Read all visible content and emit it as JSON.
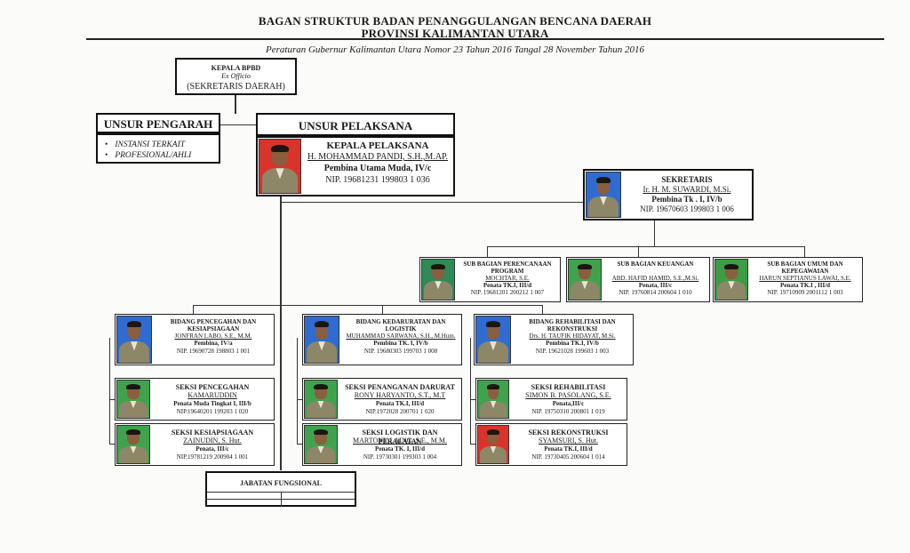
{
  "header": {
    "title_line1": "BAGAN STRUKTUR BADAN PENANGGULANGAN BENCANA DAERAH",
    "title_line2": "PROVINSI KALIMANTAN UTARA",
    "regulation": "Peraturan Gubernur Kalimantan Utara Nomor 23 Tahun 2016 Tangal 28 November Tahun 2016"
  },
  "kepala_bpbd": {
    "title": "KEPALA BPBD",
    "sub": "Ex Officio",
    "holder": "(SEKRETARIS DAERAH)"
  },
  "unsur_pengarah": {
    "title": "UNSUR PENGARAH",
    "items": [
      "INSTANSI TERKAIT",
      "PROFESIONAL/AHLI"
    ]
  },
  "unsur_pelaksana": {
    "title": "UNSUR PELAKSANA"
  },
  "kepala_pelaksana": {
    "title": "KEPALA PELAKSANA",
    "name": "H. MOHAMMAD PANDI, S.H.,M.AP.",
    "rank": "Pembina Utama Muda, IV/c",
    "nip": "NIP. 19681231 199803 1 036",
    "photo_bg": "#d9342b"
  },
  "sekretaris": {
    "title": "SEKRETARIS",
    "name": "Ir. H. M. SUWARDI, M.Si.",
    "rank": "Pembina Tk . I, IV/b",
    "nip": "NIP. 19670603 199803 1 006",
    "photo_bg": "#2f6bd0"
  },
  "sub_bagian": [
    {
      "title": "SUB BAGIAN PERENCANAAN PROGRAM",
      "name": "MOCHTAR, S.E.",
      "rank": "Penata TK.I, III/d",
      "nip": "NIP. 19681201 200212 1 007",
      "photo_bg": "#2e8b57"
    },
    {
      "title": "SUB BAGIAN KEUANGAN",
      "name": "ABD. HAFID HAMID, S.E.,M.Si.",
      "rank": "Penata, III/c",
      "nip": "NIP. 19760814 200604 1 010",
      "photo_bg": "#3fa34d"
    },
    {
      "title": "SUB BAGIAN UMUM DAN KEPEGAWAIAN",
      "name": "HARUN SEPTIANUS LAWAI, S.E.",
      "rank": "Penata TK.I , III/d",
      "nip": "NIP. 19710909 2001112 1 003",
      "photo_bg": "#3c9d43"
    }
  ],
  "bidang": [
    {
      "title": "BIDANG PENCEGAHAN DAN KESIAPSIAGAAN",
      "name": "JONFRAN LABO, S.E., M.M.",
      "rank": "Pembina, IV/a",
      "nip": "NIP. 19690728 198803 1 001",
      "photo_bg": "#2f6bd0",
      "seksi": [
        {
          "title": "SEKSI PENCEGAHAN",
          "name": "KAMARUDDIN",
          "rank": "Penata Muda Tingkat I, III/b",
          "nip": "NIP.19640201 199203 1 020",
          "photo_bg": "#3fa34d"
        },
        {
          "title": "SEKSI KESIAPSIAGAAN",
          "name": "ZAINUDIN, S. Hut.",
          "rank": "Penata, III/c",
          "nip": "NIP.19781219 200904 1 001",
          "photo_bg": "#3fa34d"
        }
      ]
    },
    {
      "title": "BIDANG KEDARURATAN DAN LOGISTIK",
      "name": "MUHAMMAD SARWANA, S.H., M.Hum.",
      "rank": "Pembina TK. I, IV/b",
      "nip": "NIP. 19680303 199703 1 008",
      "photo_bg": "#2f6bd0",
      "seksi": [
        {
          "title": "SEKSI PENANGANAN DARURAT",
          "name": "RONY HARYANTO, S.T., M.T",
          "rank": "Penata TK.I, III/d",
          "nip": "NIP.1972028 200701 1 020",
          "photo_bg": "#3fa34d"
        },
        {
          "title": "SEKSI LOGISTIK DAN PERALATAN",
          "name": "MARTONY LAING, S.E., M.M.",
          "rank": "Penata TK. I, III/d",
          "nip": "NIP. 19730301 199303 1 004",
          "photo_bg": "#3fa34d"
        }
      ]
    },
    {
      "title": "BIDANG REHABILITASI DAN REKONSTRUKSI",
      "name": "Drs. H. TAUFIK HIDAYAT, M.Si.",
      "rank": "Pembina TK.I, IV/b",
      "nip": "NIP. 19621028 199603 1 003",
      "photo_bg": "#2f6bd0",
      "seksi": [
        {
          "title": "SEKSI REHABILITASI",
          "name": "SIMON B. PASOLANG, S.E.",
          "rank": "Penata,III/c",
          "nip": "NIP. 19750310 200801 1 019",
          "photo_bg": "#3fa34d"
        },
        {
          "title": "SEKSI REKONSTRUKSI",
          "name": "SYAMSURI, S. Hut.",
          "rank": "Penata TK.I, III/d",
          "nip": "NIP. 19730405 200604 1 014",
          "photo_bg": "#d9342b"
        }
      ]
    }
  ],
  "jabatan_fungsional": {
    "title": "JABATAN FUNGSIONAL"
  }
}
